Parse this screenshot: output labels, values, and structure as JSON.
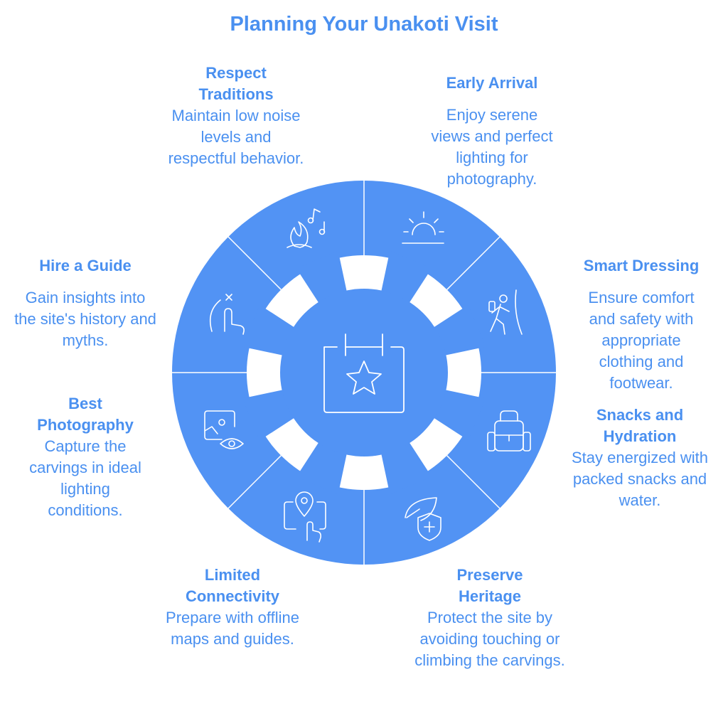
{
  "title": "Planning Your Unakoti Visit",
  "colors": {
    "accent": "#4a90f0",
    "segment": "#5293f4",
    "line": "#ffffff"
  },
  "center": {
    "icon": "calendar-star-icon"
  },
  "segments": [
    {
      "title": "Early Arrival",
      "desc": "Enjoy serene views and perfect lighting for photography.",
      "icon": "sunrise-icon"
    },
    {
      "title": "Smart Dressing",
      "desc": "Ensure comfort and safety with appropriate clothing and footwear.",
      "icon": "climber-icon"
    },
    {
      "title": "Snacks and Hydration",
      "desc": "Stay energized with packed snacks and water.",
      "icon": "backpack-icon"
    },
    {
      "title": "Preserve Heritage",
      "desc": "Protect the site by avoiding touching or climbing the carvings.",
      "icon": "leaf-shield-icon"
    },
    {
      "title": "Limited Connectivity",
      "desc": "Prepare with offline maps and guides.",
      "icon": "map-pin-touch-icon"
    },
    {
      "title": "Best Photography",
      "desc": "Capture the carvings in ideal lighting conditions.",
      "icon": "photo-eye-icon"
    },
    {
      "title": "Hire a Guide",
      "desc": "Gain insights into the site's history and myths.",
      "icon": "gesture-hand-icon"
    },
    {
      "title": "Respect Traditions",
      "desc": "Maintain low noise levels and respectful behavior.",
      "icon": "fire-music-icon"
    }
  ]
}
